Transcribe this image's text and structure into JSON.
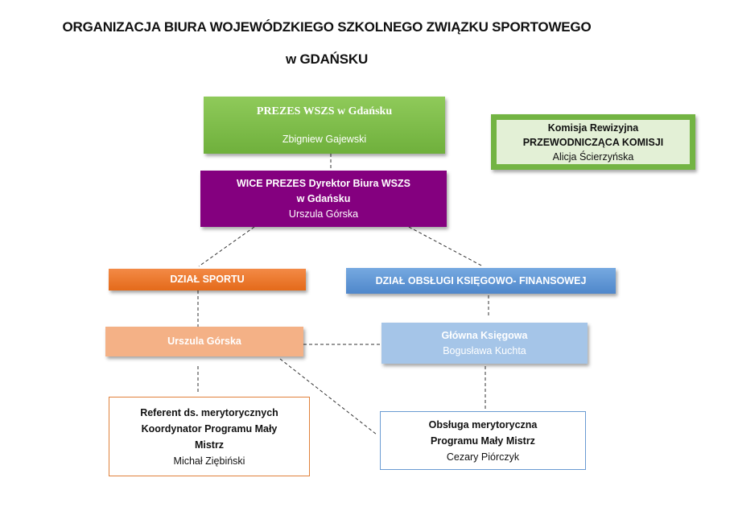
{
  "title": {
    "line1": "ORGANIZACJA BIURA WOJEWÓDZKIEGO SZKOLNEGO ZWIĄZKU SPORTOWEGO",
    "line2": "w GDAŃSKU"
  },
  "nodes": {
    "prezes": {
      "title": "PREZES WSZS w Gdańsku",
      "name": "Zbigniew Gajewski",
      "color": "#7dbd4a"
    },
    "vice": {
      "title_line1": "WICE PREZES  Dyrektor Biura WSZS",
      "title_line2": "w Gdańsku",
      "name": "Urszula Górska",
      "color": "#84007f"
    },
    "komisja": {
      "title": "Komisja Rewizyjna",
      "role": "PRZEWODNICZĄCA KOMISJI",
      "name": "Alicja Ścierzyńska",
      "color": "#73b443"
    },
    "dzial_sportu": {
      "title": "DZIAŁ SPORTU",
      "color": "#ec7a30"
    },
    "dzial_finans": {
      "title": "DZIAŁ OBSŁUGI KSIĘGOWO- FINANSOWEJ",
      "color": "#5b93d3"
    },
    "sport_head": {
      "name": "Urszula Górska",
      "color": "#f4b186"
    },
    "ksiegowa": {
      "title": "Główna Księgowa",
      "name": "Bogusława Kuchta",
      "color": "#a5c5e8"
    },
    "referent": {
      "line1": "Referent ds. merytorycznych",
      "line2": "Koordynator Programu Mały",
      "line3": "Mistrz",
      "name": "Michał Ziębiński"
    },
    "obsluga": {
      "line1": "Obsługa merytoryczna",
      "line2": "Programu Mały Mistrz",
      "name": "Cezary Piórczyk"
    }
  }
}
